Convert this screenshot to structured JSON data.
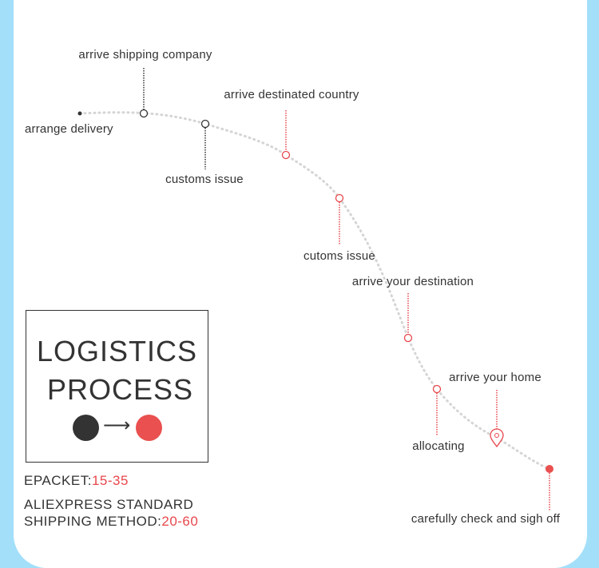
{
  "title_line1": "LOGISTICS",
  "title_line2": "PROCESS",
  "colors": {
    "start": "#333333",
    "end": "#e9504f",
    "accent": "#e8474c"
  },
  "steps": [
    {
      "label": "arrange delivery",
      "color": "dark"
    },
    {
      "label": "arrive shipping company",
      "color": "dark"
    },
    {
      "label": "customs issue",
      "color": "dark"
    },
    {
      "label": "arrive destinated country",
      "color": "red"
    },
    {
      "label": "cutoms issue",
      "color": "red"
    },
    {
      "label": "arrive your destination",
      "color": "red"
    },
    {
      "label": "allocating",
      "color": "red"
    },
    {
      "label": "arrive your home",
      "color": "red",
      "icon": "map-pin-icon"
    },
    {
      "label": "carefully check and sigh off",
      "color": "red"
    }
  ],
  "shipping": {
    "epacket_label": "EPACKET:",
    "epacket_days": "15-35",
    "standard_line1": "ALIEXPRESS STANDARD",
    "standard_label": "SHIPPING METHOD:",
    "standard_days": "20-60"
  }
}
